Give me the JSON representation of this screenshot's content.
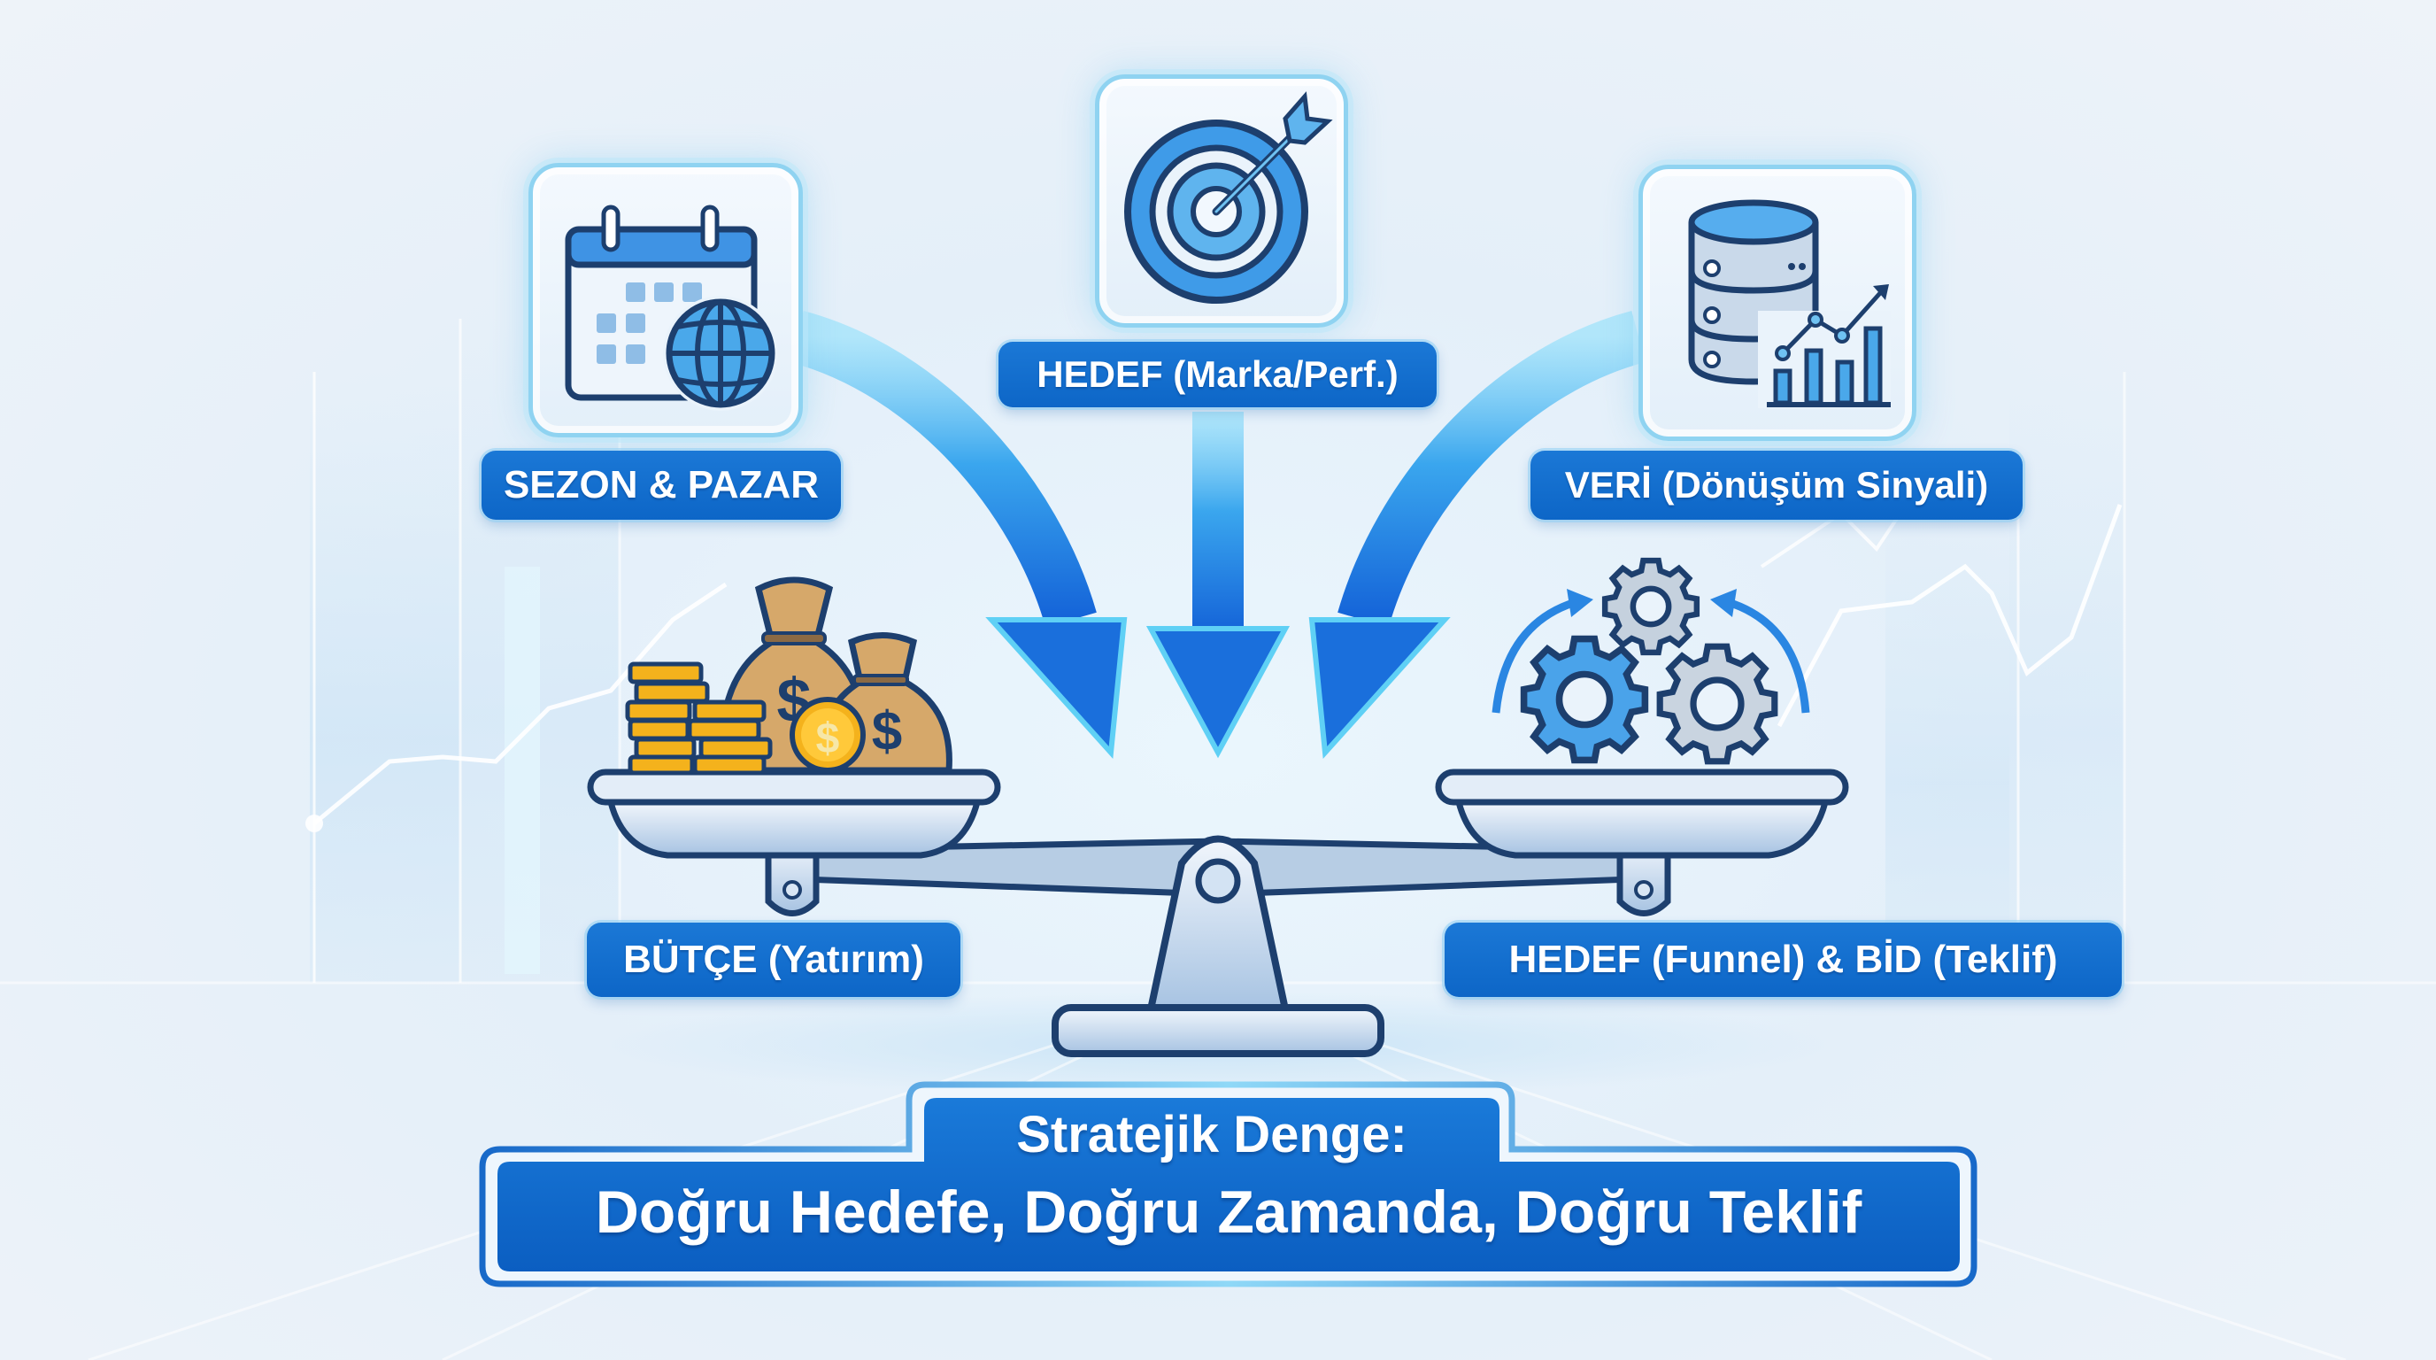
{
  "diagram": {
    "title": {
      "line1": "Stratejik Denge:",
      "line2": "Doğru Hedefe, Doğru Zamanda, Doğru Teklif"
    },
    "inputs": [
      {
        "id": "season",
        "label": "SEZON & PAZAR",
        "icon": "calendar-globe-icon"
      },
      {
        "id": "goal",
        "label": "HEDEF (Marka/Perf.)",
        "icon": "target-arrow-icon"
      },
      {
        "id": "data",
        "label": "VERİ (Dönüşüm Sinyali)",
        "icon": "database-chart-icon"
      }
    ],
    "scale": {
      "left_pan": {
        "label": "BÜTÇE (Yatırım)",
        "icon": "money-bags-coins-icon"
      },
      "right_pan": {
        "label": "HEDEF (Funnel) & BİD (Teklif)",
        "icon": "gears-cycle-icon"
      }
    },
    "colors": {
      "label_blue": "#0d66c7",
      "arrow_blue": "#1f7fe0",
      "arrow_light": "#5fd0f5",
      "outline_navy": "#1d3f6e",
      "steel": "#b7cde4",
      "gold": "#f4b21c",
      "bag": "#d6a86a",
      "background": "#eaf3fb"
    }
  }
}
